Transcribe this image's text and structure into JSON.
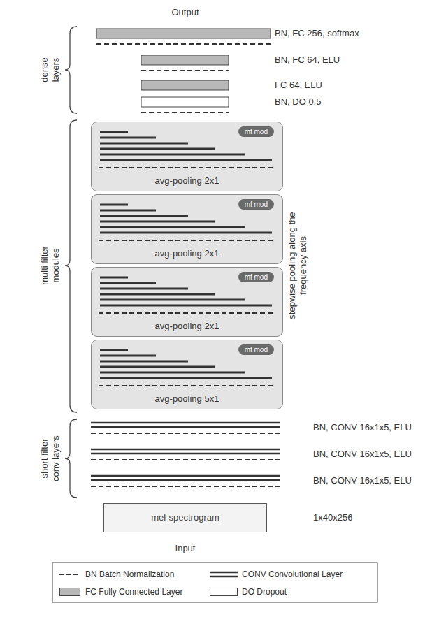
{
  "diagram": {
    "nodes": [
      {
        "text": [
          "avg-pooling 2x1"
        ]
      },
      {
        "text": [
          "mf mod"
        ],
        "in": 0
      },
      {
        "text": [
          "avg-pooling 2x1"
        ]
      },
      {
        "text": [
          "mf mod"
        ],
        "in": 2
      },
      {
        "text": [
          "avg-pooling 2x1"
        ]
      },
      {
        "text": [
          "mf mod"
        ],
        "in": 4
      },
      {
        "text": [
          "avg-pooling 5x1"
        ]
      },
      {
        "text": [
          "mf mod"
        ],
        "in": 6
      },
      {
        "text": [
          "mel-spectrogram"
        ]
      }
    ],
    "labels": [
      "Output",
      "BN, FC 256, softmax",
      "BN, FC 64, ELU",
      "FC 64, ELU",
      "BN, DO 0.5",
      "dense layers",
      "multi filter modules",
      "stepwise pooling along the frequency axis",
      "BN, CONV 16x1x5, ELU",
      "BN, CONV 16x1x5, ELU",
      "BN, CONV 16x1x5, ELU",
      "short filter conv layers",
      "1x40x256",
      "Input"
    ],
    "legend": [
      {
        "text": "BN Batch Normalization"
      },
      {
        "text": "CONV Convolutional Layer"
      },
      {
        "text": "FC Fully Connected Layer",
        "color": "#b8b8b8"
      },
      {
        "text": "DO Dropout",
        "color": "#ffffff"
      }
    ]
  }
}
